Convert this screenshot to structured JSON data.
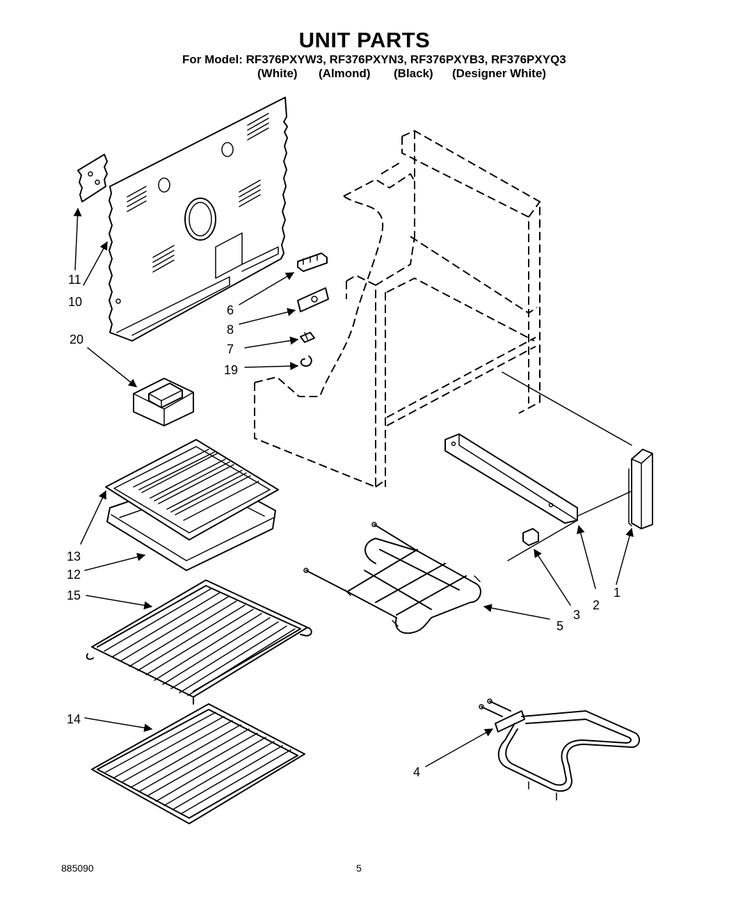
{
  "header": {
    "title": "UNIT PARTS",
    "model_line": "For Model: RF376PXYW3, RF376PXYN3, RF376PXYB3, RF376PXYQ3",
    "colors": [
      "(White)",
      "(Almond)",
      "(Black)",
      "(Designer White)"
    ]
  },
  "callouts": [
    "11",
    "10",
    "20",
    "6",
    "8",
    "7",
    "19",
    "13",
    "12",
    "15",
    "14",
    "5",
    "3",
    "2",
    "1",
    "4"
  ],
  "footer": {
    "doc_number": "885090",
    "page_number": "5"
  }
}
